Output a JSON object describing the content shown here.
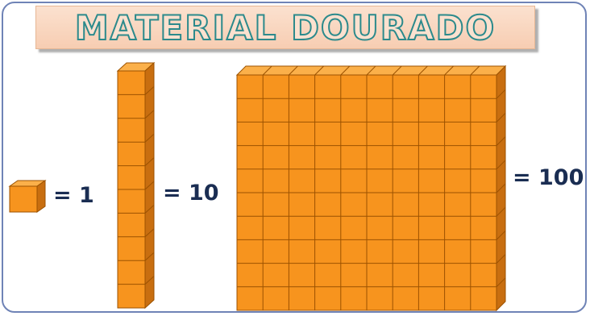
{
  "title": "MATERIAL DOURADO",
  "pieces": [
    {
      "name": "unit-cube",
      "label": "= 1",
      "count": 1
    },
    {
      "name": "ten-rod",
      "label": "= 10",
      "count": 10
    },
    {
      "name": "hundred-flat",
      "label": "= 100",
      "count": 100
    }
  ],
  "colors": {
    "cube_face": "#f7941e",
    "cube_top": "#fbb04a",
    "cube_side": "#c86e10",
    "grid_line": "#9c5200",
    "label_text": "#1a2d52",
    "title_fill": "#fbe1cf",
    "title_stroke": "#2c8a8c",
    "frame_border": "#6f83b6"
  }
}
